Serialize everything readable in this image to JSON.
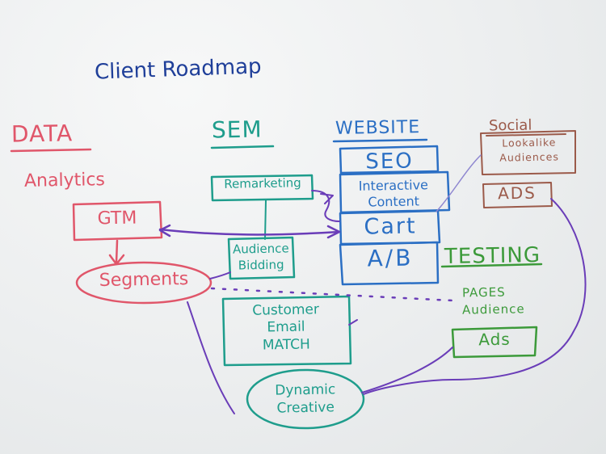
{
  "board": {
    "title": "Client Roadmap",
    "ink_colors": {
      "title": "#1f3f99",
      "data": "#e0566a",
      "sem": "#1e9d8c",
      "website": "#2b6fc4",
      "social": "#9b5a4a",
      "testing": "#3c9a3a",
      "connector": "#6a3db8"
    }
  },
  "data_column": {
    "heading": "DATA",
    "analytics": "Analytics",
    "gtm": "GTM",
    "segments": "Segments"
  },
  "sem_column": {
    "heading": "SEM",
    "remarketing": "Remarketing",
    "audience_bidding": [
      "Audience",
      "Bidding"
    ],
    "customer_email_match": [
      "Customer",
      "Email",
      "MATCH"
    ],
    "dynamic_creative": [
      "Dynamic",
      "Creative"
    ]
  },
  "website_column": {
    "heading": "WEBSITE",
    "seo": "SEO",
    "interactive_content": [
      "Interactive",
      "Content"
    ],
    "cart": "Cart",
    "ab": "A/B"
  },
  "social_column": {
    "heading": "Social",
    "lookalike": [
      "Lookalike",
      "Audiences"
    ],
    "ads": "ADS"
  },
  "testing_column": {
    "heading": "TESTING",
    "pages": "PAGES",
    "audience": "Audience",
    "ads": "Ads"
  }
}
